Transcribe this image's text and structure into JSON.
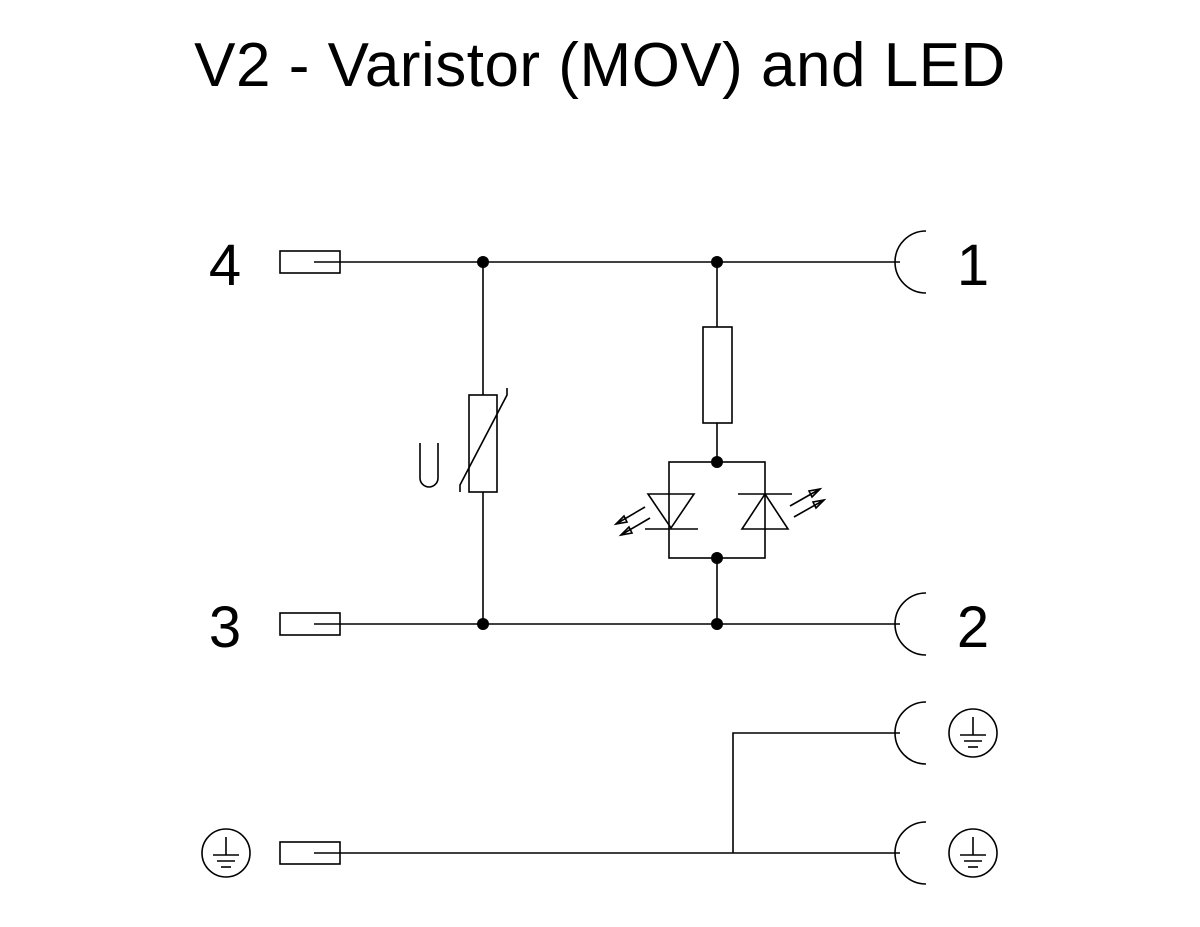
{
  "title": "V2 - Varistor (MOV) and LED",
  "pins": {
    "pin_4": "4",
    "pin_3": "3",
    "pin_1": "1",
    "pin_2": "2"
  },
  "varistor_voltage_symbol": "U",
  "line_color": "#000000",
  "background_color": "#ffffff"
}
